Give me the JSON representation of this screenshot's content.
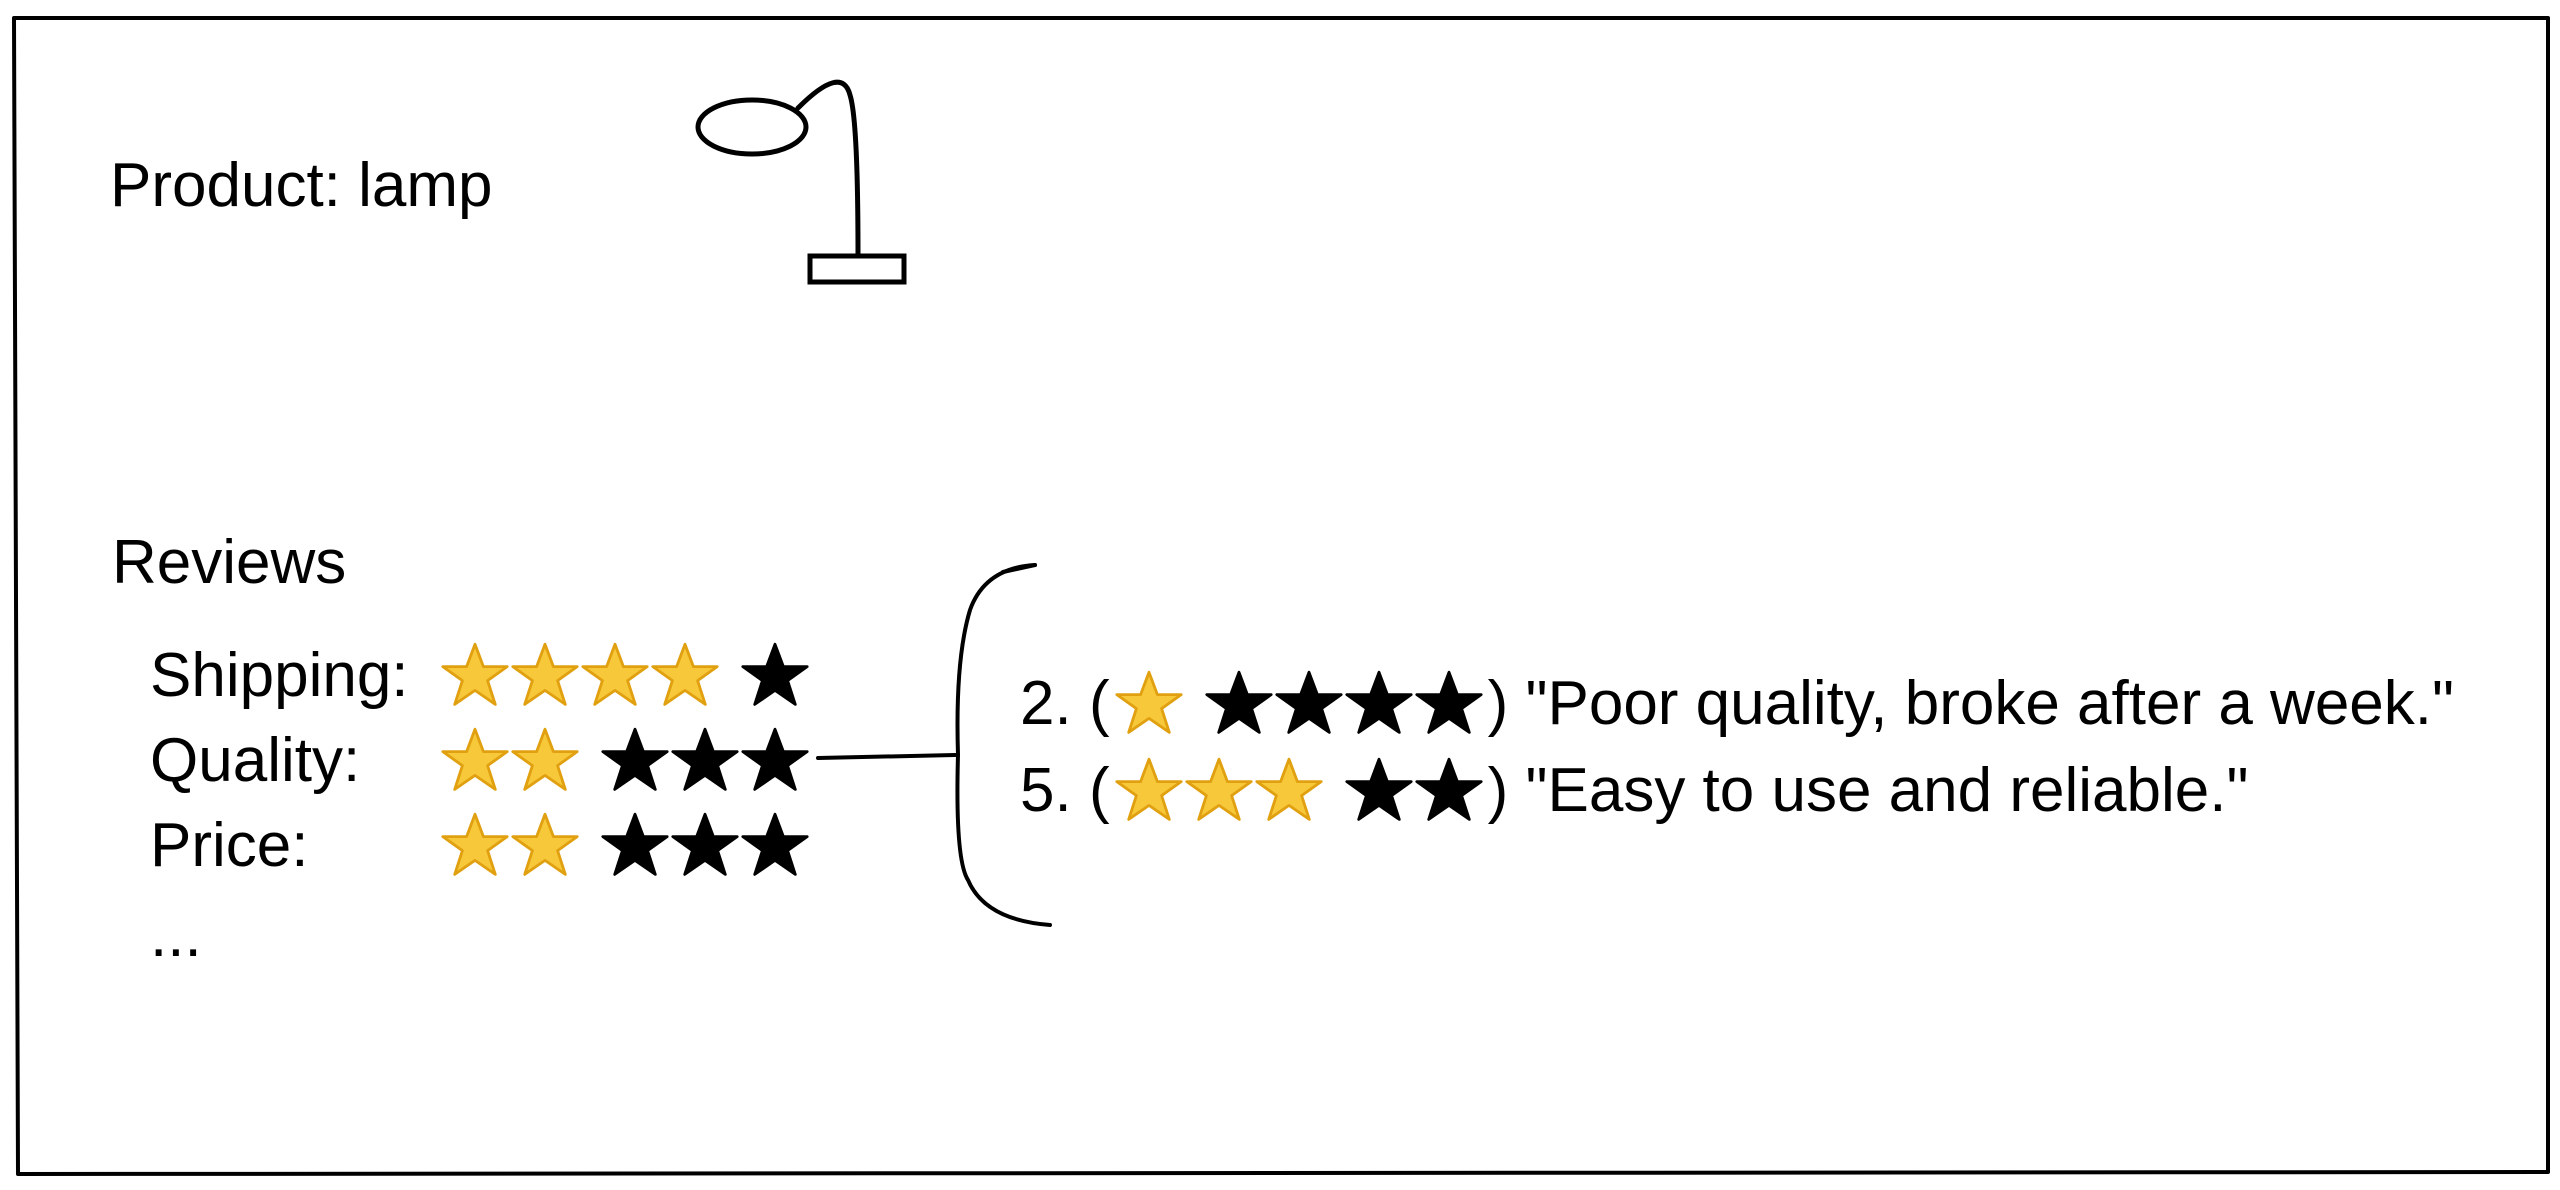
{
  "product": {
    "label": "Product: lamp",
    "icon": "lamp-icon"
  },
  "reviews": {
    "heading": "Reviews",
    "ratings": [
      {
        "label": "Shipping:",
        "score": 4,
        "max": 5
      },
      {
        "label": "Quality:",
        "score": 2,
        "max": 5
      },
      {
        "label": "Price:",
        "score": 2,
        "max": 5
      }
    ],
    "more": "...",
    "samples": [
      {
        "number": "2.",
        "score": 1,
        "max": 5,
        "quote": "\"Poor quality, broke after a week.\""
      },
      {
        "number": "5.",
        "score": 3,
        "max": 5,
        "quote": "\"Easy to use and reliable.\""
      }
    ]
  },
  "colors": {
    "star_fill": "#f7c83a",
    "star_outline": "#e0a010",
    "ink": "#000000"
  }
}
